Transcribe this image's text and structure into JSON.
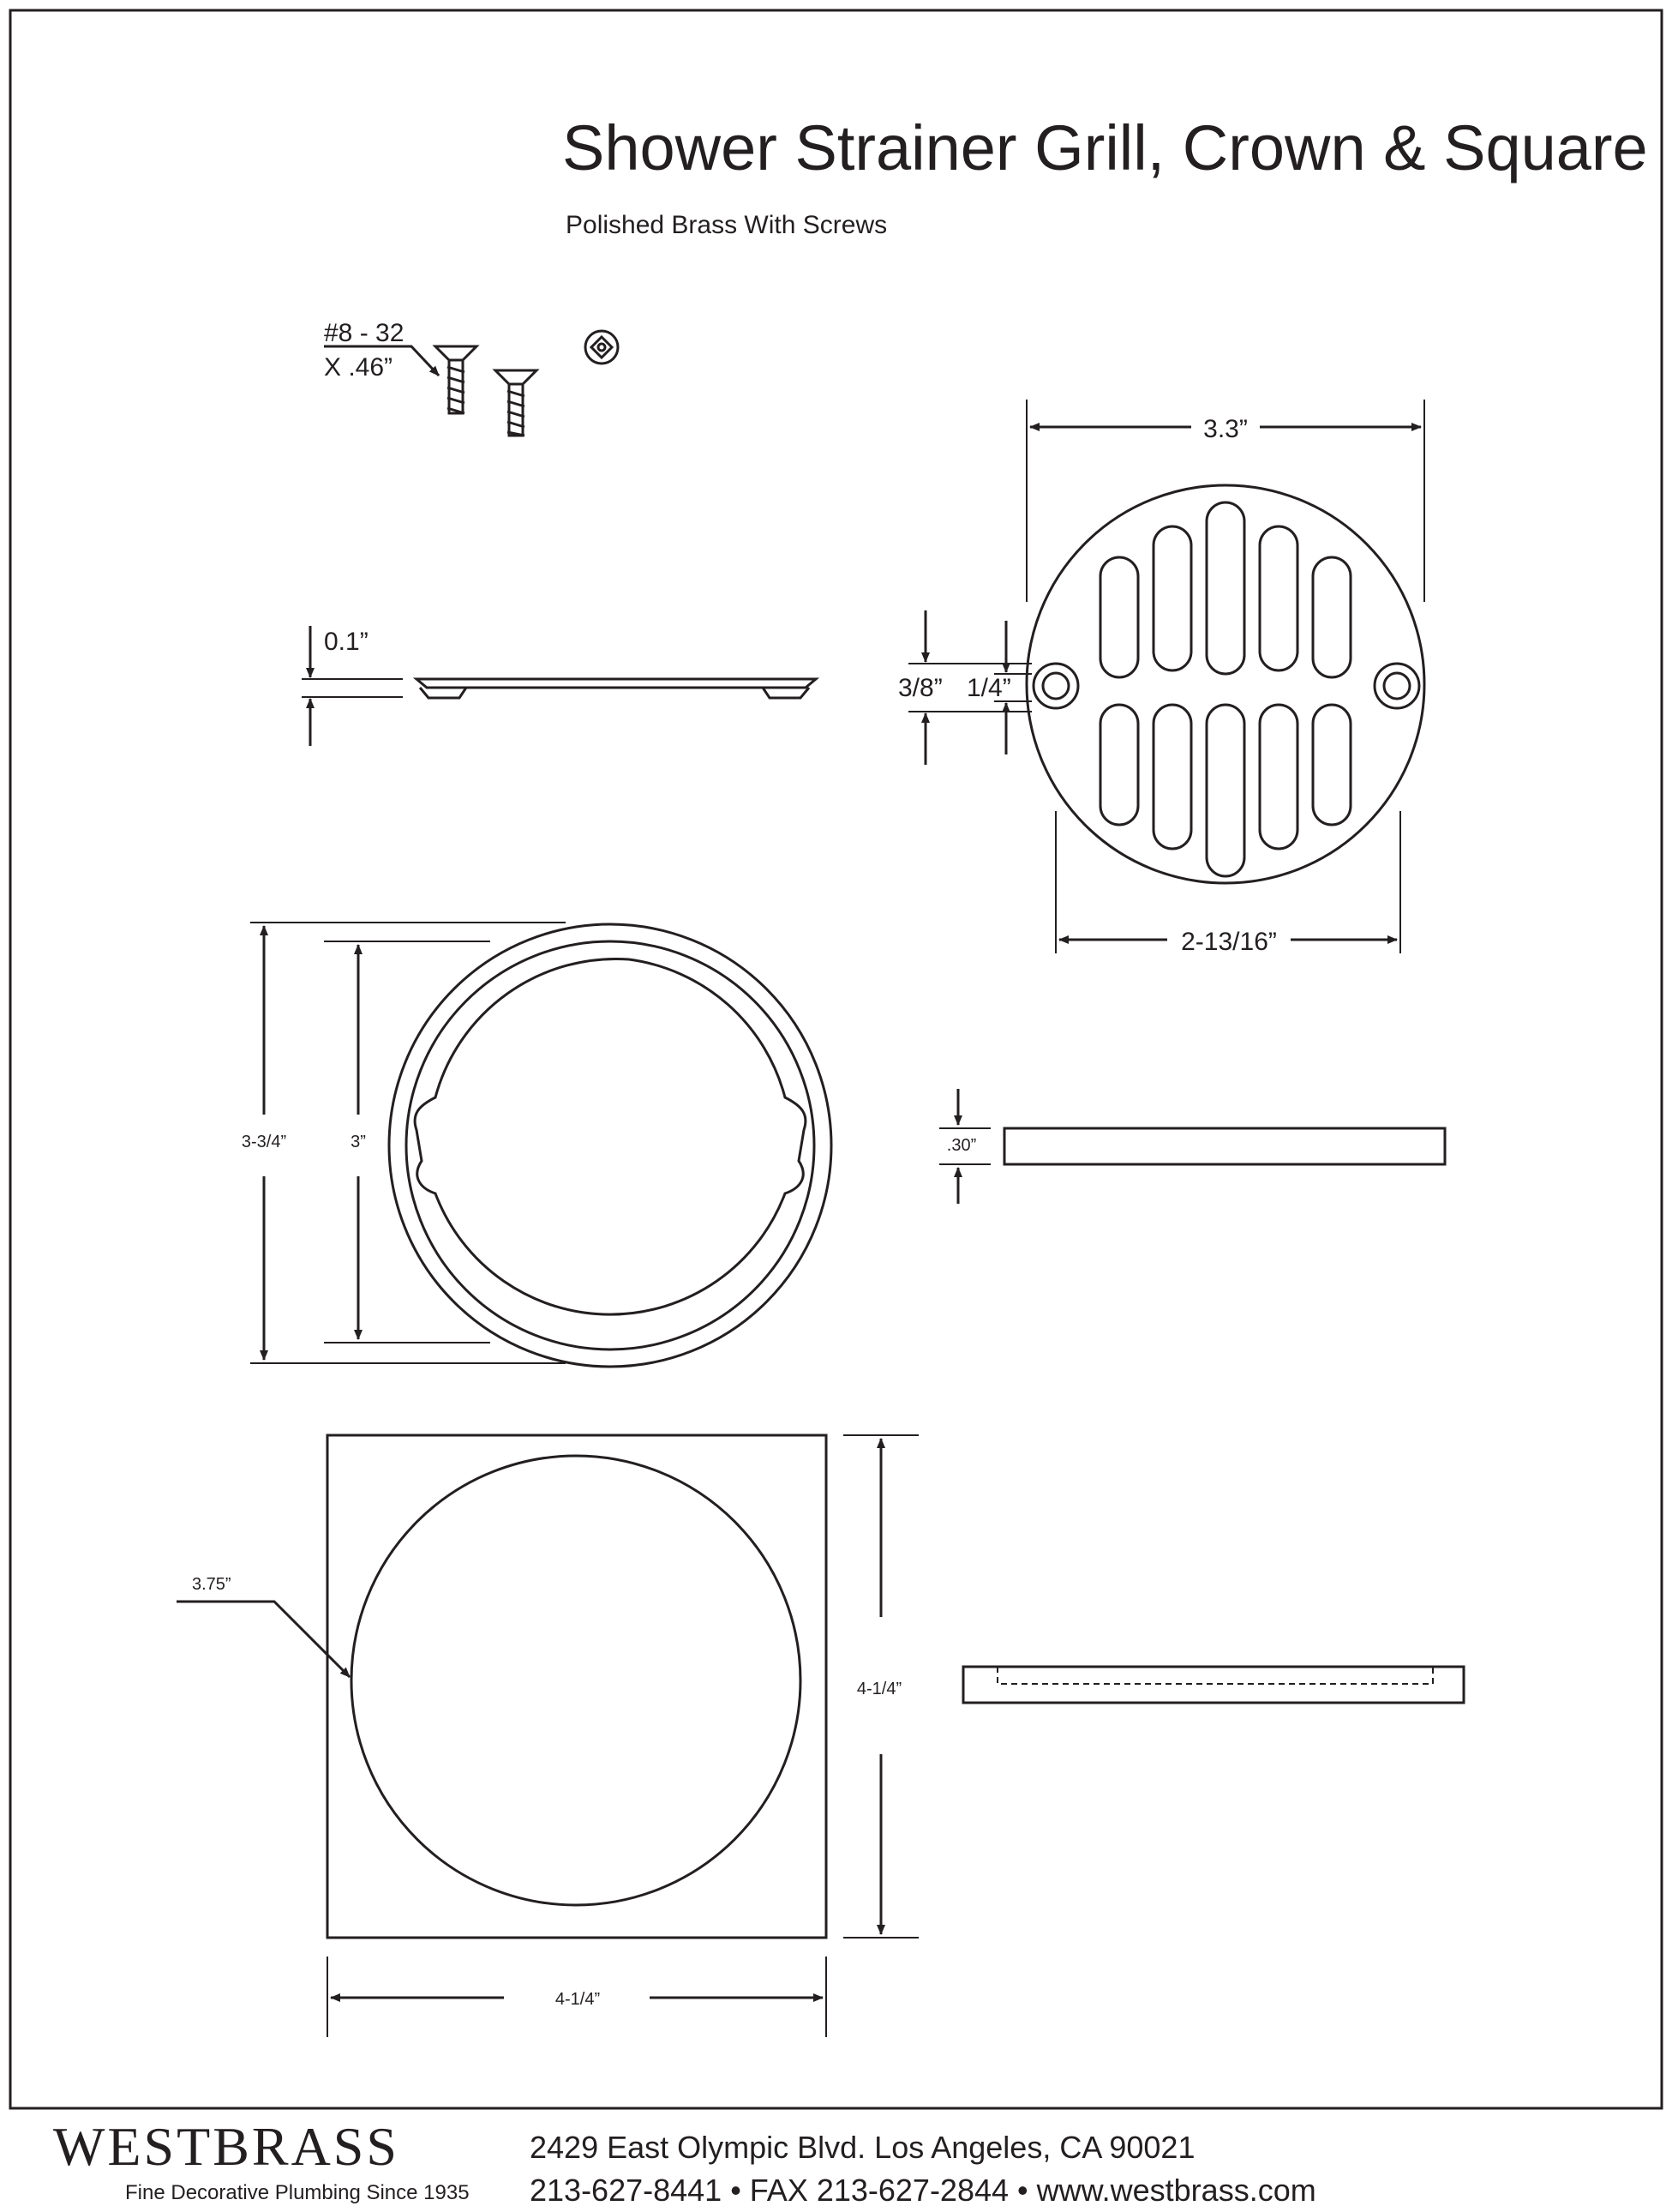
{
  "title": "Shower Strainer Grill, Crown & Square",
  "subtitle": "Polished Brass With Screws",
  "dimensions": {
    "screw_size": "#8 - 32",
    "screw_length": "X .46”",
    "grill_thickness": "0.1”",
    "grill_diameter": "3.3”",
    "hole_offset_left": "3/8”",
    "hole_offset_right": "1/4”",
    "hole_spacing": "2-13/16”",
    "crown_outer": "3-3/4”",
    "crown_inner": "3”",
    "crown_height": ".30”",
    "square_circle": "3.75”",
    "square_height": "4-1/4”",
    "square_width": "4-1/4”"
  },
  "footer": {
    "brand": "WESTBRASS",
    "tagline": "Fine Decorative Plumbing Since 1935",
    "address": "2429 East Olympic Blvd. Los Angeles, CA  90021",
    "contact": "213-627-8441 • FAX 213-627-2844 • www.westbrass.com"
  },
  "colors": {
    "ink": "#231f20",
    "paper": "#ffffff"
  }
}
